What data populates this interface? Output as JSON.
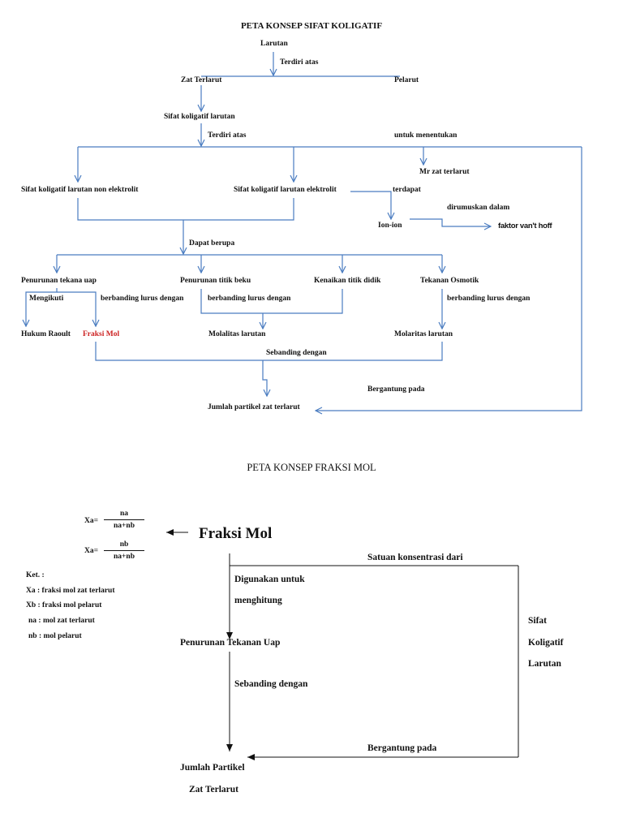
{
  "diagram1": {
    "title": "PETA KONSEP SIFAT KOLIGATIF",
    "larutan": "Larutan",
    "terdiri_atas_1": "Terdiri atas",
    "zat_terlarut": "Zat Terlarut",
    "pelarut": "Pelarut",
    "sifat_koligatif_larutan": "Sifat koligatif larutan",
    "terdiri_atas_2": "Terdiri atas",
    "untuk_menentukan": "untuk menentukan",
    "mr_zat_terlarut": "Mr zat terlarut",
    "non_elektrolit": "Sifat koligatif larutan non elektrolit",
    "elektrolit": "Sifat koligatif larutan elektrolit",
    "terdapat": "terdapat",
    "ion_ion": "Ion-ion",
    "dirumuskan_dalam": "dirumuskan dalam",
    "faktor_vant_hoff": "faktor van't hoff",
    "dapat_berupa": "Dapat berupa",
    "penurunan_tekanan_uap": "Penurunan tekana uap",
    "penurunan_titik_beku": "Penurunan titik beku",
    "kenaikan_titik_didih": "Kenaikan titik didik",
    "tekanan_osmotik": "Tekanan Osmotik",
    "mengikuti": "Mengikuti",
    "berbanding_1": "berbanding lurus dengan",
    "berbanding_2": "berbanding lurus dengan",
    "berbanding_3": "berbanding lurus dengan",
    "hukum_raoult": "Hukum Raoult",
    "fraksi_mol": "Fraksi Mol",
    "molalitas": "Molalitas larutan",
    "molaritas": "Molaritas larutan",
    "sebanding_dengan": "Sebanding dengan",
    "bergantung_pada": "Bergantung pada",
    "jumlah_partikel": "Jumlah partikel zat terlarut"
  },
  "diagram2": {
    "title": "PETA KONSEP FRAKSI MOL",
    "xa_label": "Xa=",
    "xa_num": "na",
    "xa_den": "na+nb",
    "xb_label": "Xa=",
    "xb_num": "nb",
    "xb_den": "na+nb",
    "fraksi_mol": "Fraksi Mol",
    "ket_title": "Ket. :",
    "ket_items": [
      "Xa : fraksi mol zat terlarut",
      "Xb : fraksi mol pelarut",
      "na : mol zat terlarut",
      "nb : mol pelarut"
    ],
    "satuan_konsentrasi": "Satuan konsentrasi dari",
    "digunakan_untuk": "Digunakan untuk",
    "menghitung": "menghitung",
    "penurunan_tekanan_uap": "Penurunan Tekanan Uap",
    "sebanding_dengan": "Sebanding dengan",
    "bergantung_pada": "Bergantung pada",
    "sifat": "Sifat",
    "koligatif": "Koligatif",
    "larutan": "Larutan",
    "jumlah_partikel": "Jumlah Partikel",
    "zat_terlarut": "Zat Terlarut"
  },
  "colors": {
    "connector": "#4a7cc0",
    "highlight": "#cc2222",
    "text": "#111111"
  }
}
